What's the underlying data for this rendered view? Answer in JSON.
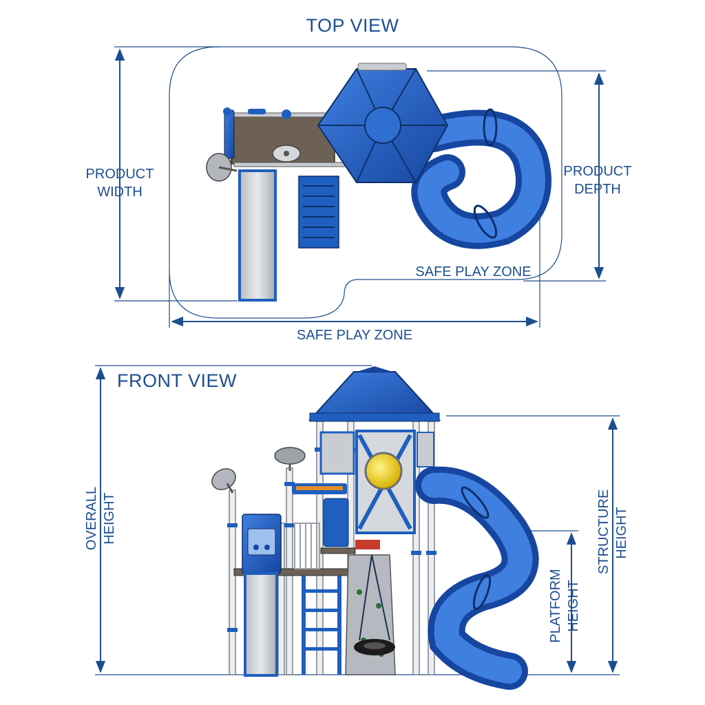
{
  "colors": {
    "dimension_line": "#1d4e8f",
    "structure_blue": "#1f5fbf",
    "slide_silver": "#c9ccd1",
    "deck_brown": "#6d6156",
    "accent_yellow": "#f2d21b"
  },
  "top_view": {
    "title": "TOP VIEW",
    "product_width": "PRODUCT\nWIDTH",
    "product_depth": "PRODUCT\nDEPTH",
    "safe_zone_inner": "SAFE PLAY ZONE",
    "safe_zone_bottom": "SAFE PLAY ZONE"
  },
  "front_view": {
    "title": "FRONT VIEW",
    "overall_height": "OVERALL\nHEIGHT",
    "platform_height": "PLATFORM\nHEIGHT",
    "structure_height": "STRUCTURE\nHEIGHT"
  },
  "icons": [
    "satellite-dish-icon",
    "porthole-icon",
    "tube-slide-icon",
    "tire-swing-icon"
  ]
}
